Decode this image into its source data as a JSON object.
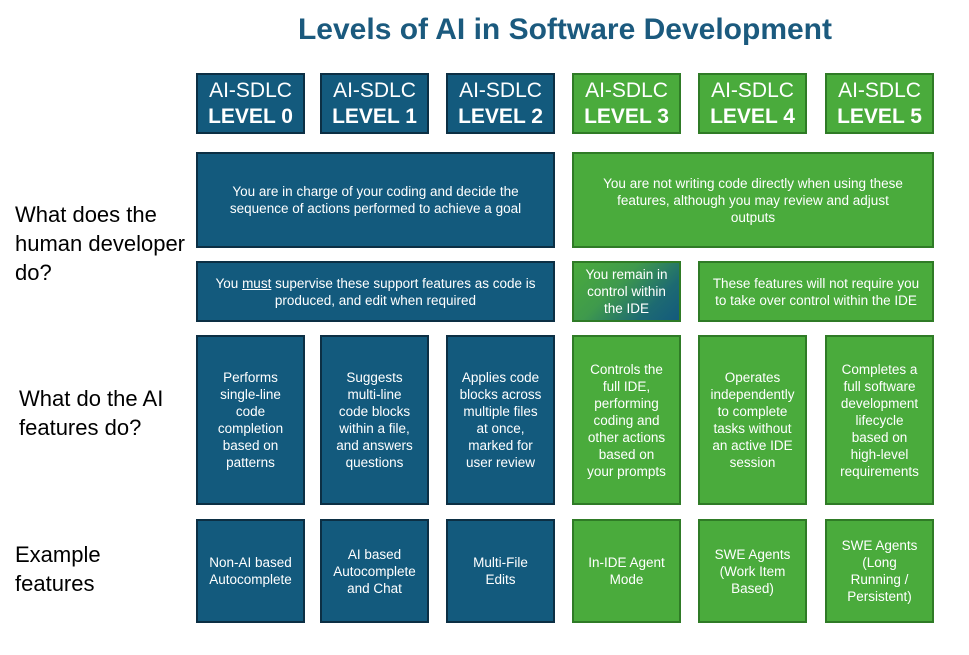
{
  "title": "Levels of AI in Software Development",
  "row_labels": {
    "human": "What does the human developer do?",
    "ai": "What do the AI features do?",
    "examples": "Example features"
  },
  "levels": [
    {
      "prefix": "AI-SDLC",
      "level": "LEVEL 0",
      "color": "#135a7d"
    },
    {
      "prefix": "AI-SDLC",
      "level": "LEVEL 1",
      "color": "#135a7d"
    },
    {
      "prefix": "AI-SDLC",
      "level": "LEVEL 2",
      "color": "#135a7d"
    },
    {
      "prefix": "AI-SDLC",
      "level": "LEVEL 3",
      "color": "#4aab3c"
    },
    {
      "prefix": "AI-SDLC",
      "level": "LEVEL 4",
      "color": "#4aab3c"
    },
    {
      "prefix": "AI-SDLC",
      "level": "LEVEL 5",
      "color": "#4aab3c"
    }
  ],
  "human": {
    "blue_top": "You are in charge of your coding and decide the sequence of actions performed to achieve a goal",
    "green_top": "You are not writing code directly when using these features, although you may review and adjust outputs",
    "blue_bottom": {
      "before": "You ",
      "emphasis": "must",
      "after": " supervise these support features as code is produced, and edit when required"
    },
    "level3_bottom": "You remain in control within the IDE",
    "green_bottom": "These features will not require you to take over control within the IDE"
  },
  "ai_features": [
    "Performs single-line code completion based on patterns",
    "Suggests multi-line code blocks within a file, and answers questions",
    "Applies code blocks across multiple files at once, marked for user review",
    "Controls the full IDE, performing coding and other actions based on your prompts",
    "Operates independently to complete tasks without an active IDE session",
    "Completes a full software development lifecycle based on high-level requirements"
  ],
  "examples": [
    "Non-AI based Autocomplete",
    "AI based Autocomplete and Chat",
    "Multi-File Edits",
    "In-IDE Agent Mode",
    "SWE Agents (Work Item Based)",
    "SWE Agents (Long Running / Persistent)"
  ],
  "colors": {
    "blue": "#135a7d",
    "green": "#4aab3c",
    "title": "#1b5a7e"
  }
}
